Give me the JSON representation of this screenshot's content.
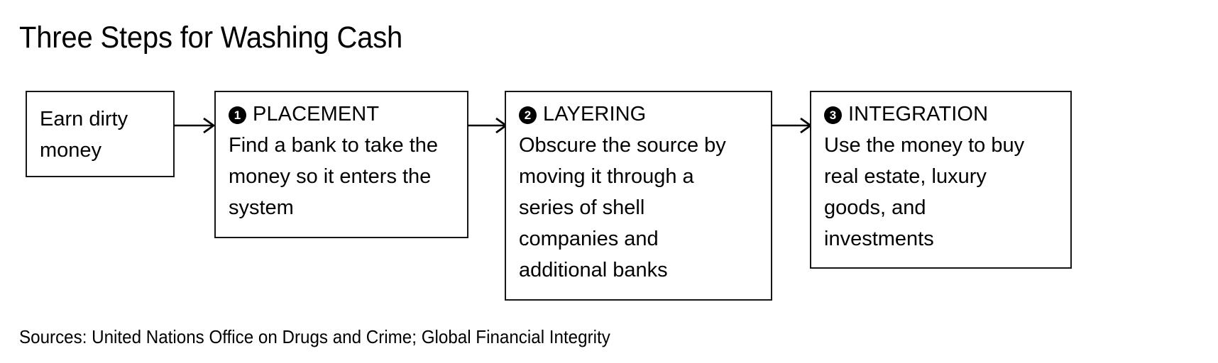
{
  "title": "Three Steps for Washing Cash",
  "source_note": "Sources: United Nations Office on Drugs and Crime; Global Financial Integrity",
  "colors": {
    "background": "#ffffff",
    "text": "#000000",
    "box_border": "#161616",
    "bullet_fill": "#000000",
    "bullet_text": "#ffffff",
    "arrow": "#000000"
  },
  "diagram": {
    "type": "flowchart",
    "direction": "left-to-right",
    "nodes": [
      {
        "id": "start",
        "kind": "plain",
        "text": "Earn dirty money"
      },
      {
        "id": "step1",
        "kind": "step",
        "number": "1",
        "step_title": "PLACEMENT",
        "body": "Find a bank to take the money so it enters the system"
      },
      {
        "id": "step2",
        "kind": "step",
        "number": "2",
        "step_title": "LAYERING",
        "body": "Obscure the source by moving it through a series of shell companies and additional banks"
      },
      {
        "id": "step3",
        "kind": "step",
        "number": "3",
        "step_title": "INTEGRATION",
        "body": "Use the money to buy real estate, luxury goods, and investments"
      }
    ],
    "edges": [
      {
        "id": "edge-1",
        "from": "start",
        "to": "step1",
        "style": "arrow"
      },
      {
        "id": "edge-2",
        "from": "step1",
        "to": "step2",
        "style": "arrow"
      },
      {
        "id": "edge-3",
        "from": "step2",
        "to": "step3",
        "style": "arrow"
      }
    ]
  }
}
